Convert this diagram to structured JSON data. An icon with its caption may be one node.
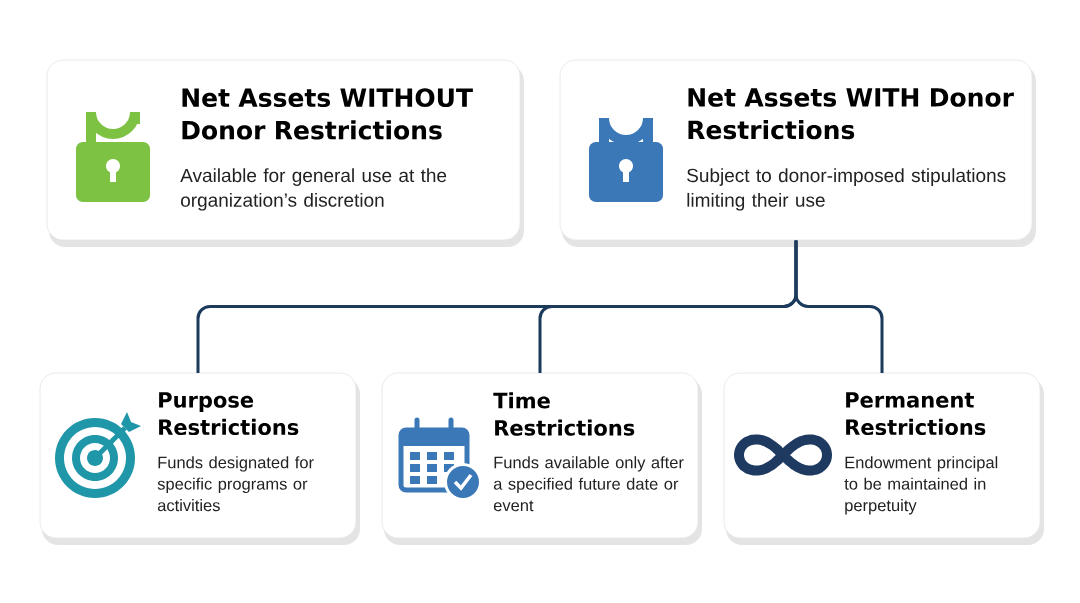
{
  "diagram": {
    "nodes": [
      {
        "text": [
          "Net Assets WITHOUT Donor Restrictions",
          "Available for general use at the organization’s discretion"
        ]
      },
      {
        "text": [
          "Net Assets WITH Donor Restrictions",
          "Subject to donor-imposed stipulations limiting their use"
        ]
      },
      {
        "text": [
          "Purpose Restrictions",
          "Funds designated for specific programs or activities"
        ]
      },
      {
        "text": [
          "Time Restrictions",
          "Funds available only after a specified future date or event"
        ]
      },
      {
        "text": [
          "Permanent Restrictions",
          "Endowment principal to be maintained in perpetuity"
        ]
      }
    ],
    "edges": [
      {
        "from": 1,
        "to": 2,
        "arrow": "none"
      },
      {
        "from": 1,
        "to": 3,
        "arrow": "none"
      },
      {
        "from": 1,
        "to": 4,
        "arrow": "none"
      }
    ]
  }
}
